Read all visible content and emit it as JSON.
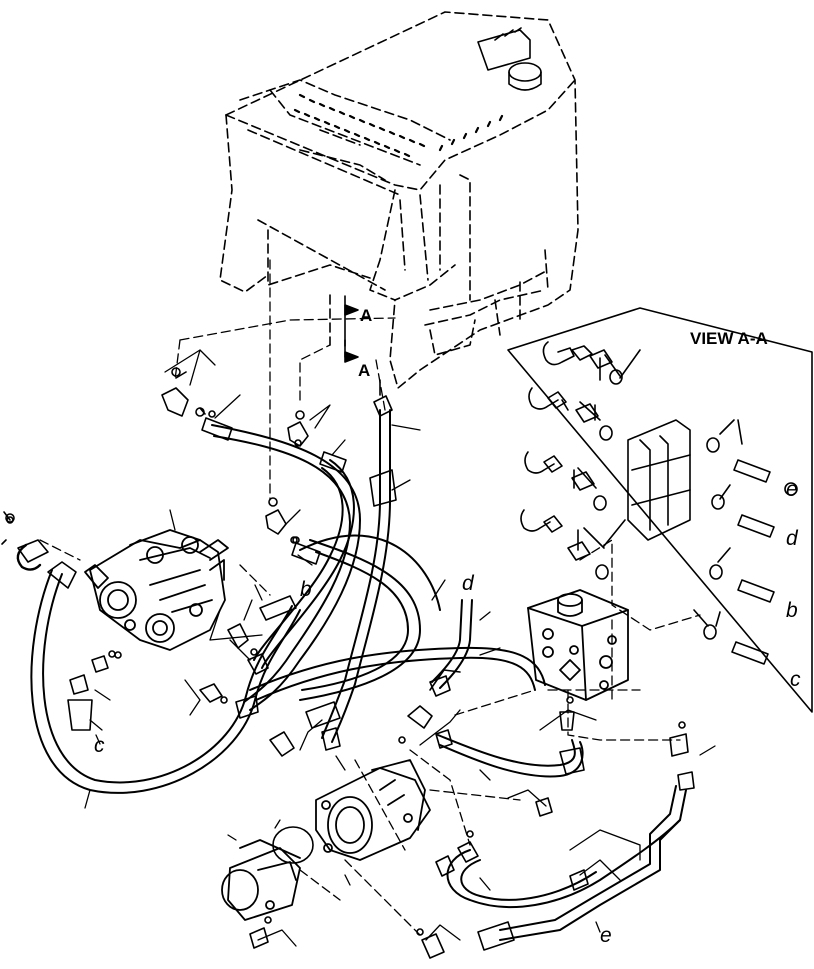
{
  "view_title": "VIEW A-A",
  "section_marker": {
    "arrow_top": "A",
    "arrow_bottom": "A"
  },
  "callouts": {
    "b_pump": "b",
    "c_pump": "c",
    "d_hose": "d",
    "e_hose": "e",
    "e_view": "e",
    "d_view": "d",
    "b_view": "b",
    "c_view": "c"
  }
}
